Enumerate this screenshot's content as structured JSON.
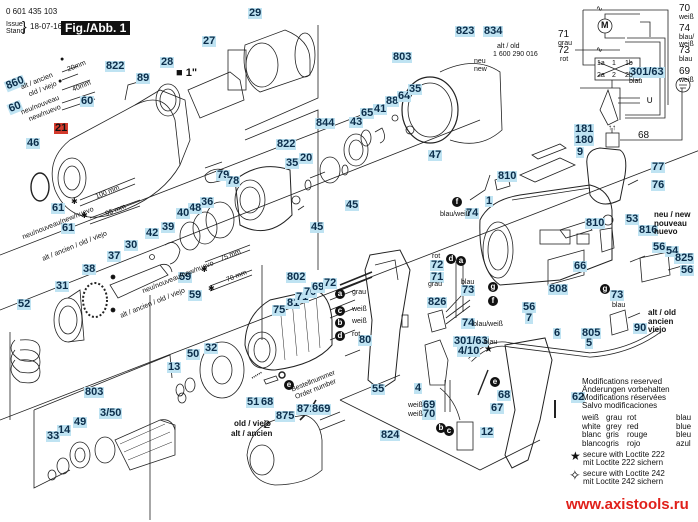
{
  "header": {
    "part_number": "0 601 435 103",
    "issue_label": "Issue",
    "stand_label": "Stand",
    "issue_date": "18-07-16",
    "figure_label": "Fig./Abb. 1"
  },
  "labels": {
    "p29": "29",
    "p27": "27",
    "p28": "28",
    "p89": "89",
    "p822a": "822",
    "p60": "60",
    "p860": "860",
    "p21": "21",
    "p46": "46",
    "p61a": "61",
    "p61b": "61",
    "p803a": "803",
    "p823": "823",
    "p834": "834",
    "p88": "88",
    "p64": "64",
    "p35a": "35",
    "p41": "41",
    "p65": "65",
    "p43": "43",
    "p844": "844",
    "p47": "47",
    "p822b": "822",
    "p35b": "35",
    "p20": "20",
    "p79": "79",
    "p78": "78",
    "p36": "36",
    "p48": "48",
    "p40": "40",
    "p45a": "45",
    "p45b": "45",
    "p42": "42",
    "p39": "39",
    "p30": "30",
    "p37": "37",
    "p38": "38",
    "p31": "31",
    "p52": "52",
    "p59a": "59",
    "p59b": "59",
    "p802": "802",
    "p75": "75",
    "p81": "81",
    "p71a": "71",
    "p70a": "70",
    "p69a": "69",
    "p72a": "72",
    "p80": "80",
    "p32": "32",
    "p50": "50",
    "p13": "13",
    "p51": "51",
    "p68a": "68",
    "p803b": "803",
    "p350": "3/50",
    "p49": "49",
    "p14": "14",
    "p33": "33",
    "p875": "875",
    "p871": "871",
    "p869": "869",
    "p2": "2",
    "p810a": "810",
    "p74a": "74",
    "p1": "1",
    "p181": "181",
    "p180": "180",
    "p9": "9",
    "p77": "77",
    "p76": "76",
    "p53": "53",
    "p816": "816",
    "p810b": "810",
    "p66": "66",
    "p56a": "56",
    "p54": "54",
    "p825": "825",
    "p56b": "56",
    "p808": "808",
    "p73a": "73",
    "p72b": "72",
    "p71b": "71",
    "p73b": "73",
    "p826": "826",
    "p74b": "74",
    "p30163a": "301/63",
    "p410": "4/10",
    "p56c": "56",
    "p7": "7",
    "p55": "55",
    "p4": "4",
    "p69b": "69",
    "p70b": "70",
    "p68b": "68",
    "p67": "67",
    "p12": "12",
    "p824": "824",
    "p6": "6",
    "p805": "805",
    "p5": "5",
    "p90": "90",
    "p62": "62",
    "p70w": "70",
    "p74w": "74",
    "p71w": "71",
    "p72w": "72",
    "p73w": "73",
    "p69w": "69",
    "p68w": "68",
    "p30163b": "301/63"
  },
  "annotations": {
    "alt_ancien_old_viejo_a": "alt / ancien",
    "old_viejo_a": "old / viejo",
    "neu_nouveau": "neu/nouveau",
    "new_nuevo": "new/nuevo",
    "len_20mm": "20mm",
    "len_40mm": "40mm",
    "square_drive": "■ 1\"",
    "len_100mm": "100 mm",
    "len_95mm": "95 mm",
    "neu_new_nuevo_line": "neu/nouveau/new/nuevo",
    "alt_old_viejo_line": "alt / ancien / old / viejo",
    "len_75mm": "75 mm",
    "len_70mm": "70 mm",
    "alt_old": "alt / old",
    "old_part_number": "1 600 290 016",
    "neu": "neu",
    "new": "new",
    "blau_weiss_a": "blau/weiß",
    "grau": "grau",
    "weiss_c": "weiß",
    "weiss_b": "weiß",
    "rot_d": "rot",
    "order_number_de": "Bestellnummer",
    "order_number_en": "Order number",
    "old_viejo_b": "old / viejo",
    "alt_ancien_b": "alt / ancien",
    "neu_new_right": "neu / new",
    "nouveau": "nouveau",
    "nuevo": "nuevo",
    "blau_73": "blau",
    "alt_old_right": "alt / old",
    "ancien": "ancien",
    "viejo": "viejo",
    "rot_72": "rot",
    "grau_71": "grau",
    "blau_73b": "blau",
    "blau_weiss_74": "blau/weiß",
    "blau_301": "blau",
    "weiss_69": "weiß",
    "weiss_70": "weiß"
  },
  "circles": {
    "a": "a",
    "b": "b",
    "c": "c",
    "d": "d",
    "e": "e",
    "f": "f",
    "g": "g"
  },
  "wiring": {
    "w70_color": "weiß",
    "w74_color": "blau/ weiß",
    "w71_color": "grau",
    "w72_color": "rot",
    "w73_color": "blau",
    "w69_color": "weiß",
    "w301_color": "blau",
    "terminals": [
      "1a",
      "1",
      "1b",
      "2a",
      "2",
      "2b"
    ],
    "motor_symbol": "M"
  },
  "notes": {
    "modifications": [
      "Modifications reserved",
      "Änderungen vorbehalten",
      "Modifications réservées",
      "Salvo modificaciones"
    ],
    "color_table": {
      "col1": [
        "weiß",
        "white",
        "blanc",
        "blanco"
      ],
      "col2": [
        "grau",
        "grey",
        "gris",
        "gris"
      ],
      "col3": [
        "rot",
        "red",
        "rouge",
        "rojo"
      ],
      "col4": [
        "blau",
        "blue",
        "bleu",
        "azul"
      ]
    },
    "loctite_222": [
      "secure with Loctite 222",
      "mit Loctite 222 sichern"
    ],
    "loctite_242": [
      "secure with Loctite 242",
      "mit Loctite 242 sichern"
    ]
  },
  "watermark": "www.axistools.ru"
}
